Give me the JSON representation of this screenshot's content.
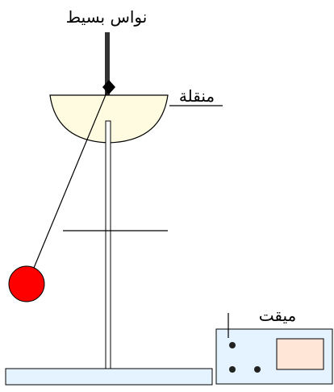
{
  "labels": {
    "pendulum": "نواس بسيط",
    "protractor": "منقلة",
    "timer": "ميقت"
  },
  "colors": {
    "bob": "#ff0000",
    "protractor_fill": "#fffbe0",
    "timer_fill": "#e4f3ff",
    "timer_screen": "#ffe6d6",
    "base_fill": "#e4f3ff",
    "stroke": "#000000"
  }
}
